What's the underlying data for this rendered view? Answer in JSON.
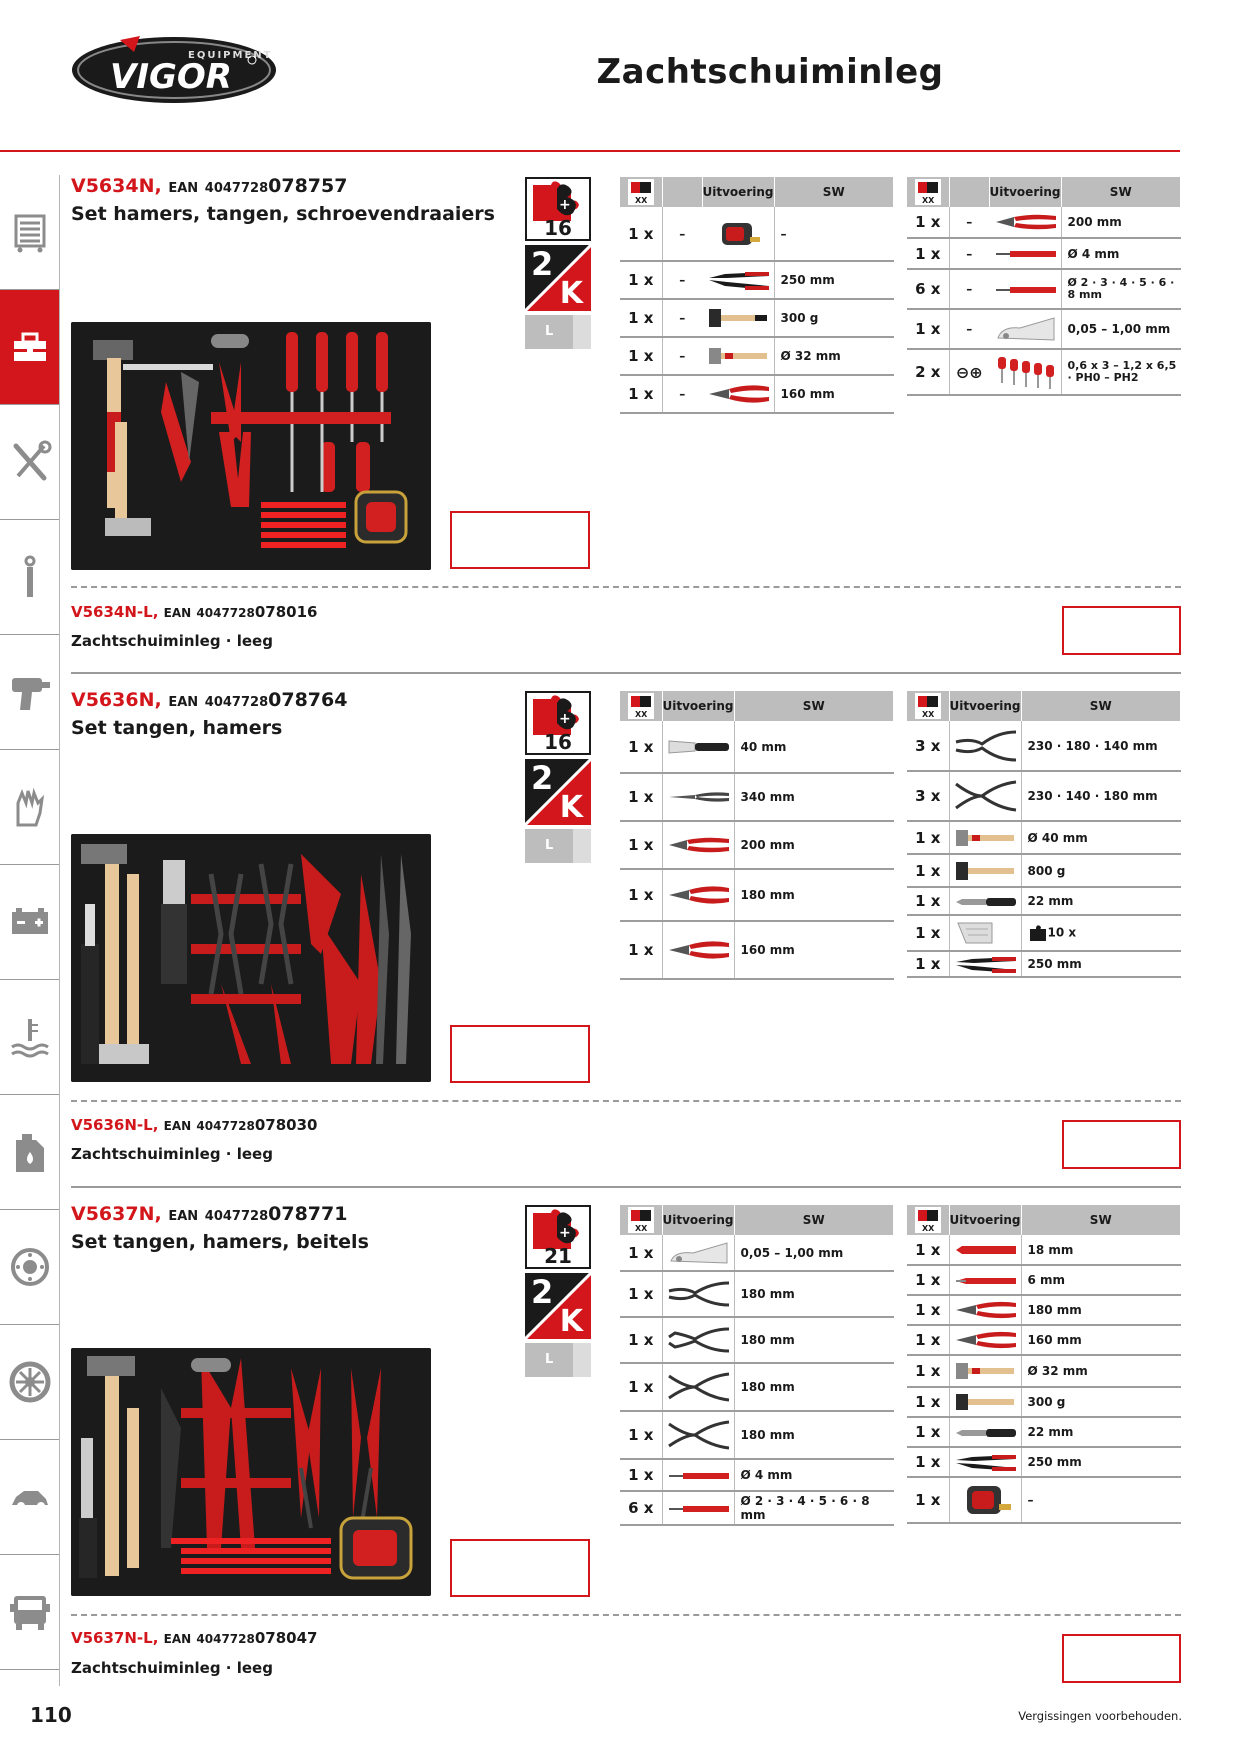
{
  "header": {
    "brand_word": "VIGOR",
    "brand_sub": "EQUIPMENT",
    "title": "Zachtschuiminleg"
  },
  "sidebar": {
    "items": [
      {
        "icon": "tool-trolley-icon",
        "active": false
      },
      {
        "icon": "toolbox-icon",
        "active": true
      },
      {
        "icon": "wrench-screwdriver-icon",
        "active": false
      },
      {
        "icon": "torque-wrench-icon",
        "active": false
      },
      {
        "icon": "impact-wrench-icon",
        "active": false
      },
      {
        "icon": "gloves-icon",
        "active": false
      },
      {
        "icon": "battery-icon",
        "active": false
      },
      {
        "icon": "coolant-temperature-icon",
        "active": false
      },
      {
        "icon": "oil-canister-icon",
        "active": false
      },
      {
        "icon": "brake-disc-icon",
        "active": false
      },
      {
        "icon": "wheel-icon",
        "active": false
      },
      {
        "icon": "car-body-icon",
        "active": false
      },
      {
        "icon": "truck-icon",
        "active": false
      }
    ]
  },
  "table_headers": {
    "uitvoering": "Uitvoering",
    "sw": "SW"
  },
  "products": [
    {
      "sku": "V5634N",
      "ean_label": "EAN",
      "ean_prefix": "4047728",
      "ean_suffix": "078757",
      "title": "Set hamers, tangen, schroevendraaiers",
      "piece_count": "16",
      "badge_2k_top": "2",
      "badge_2k_bottom": "K",
      "badge_l": "L",
      "table_left": [
        {
          "qty": "1 x",
          "uitv": "–",
          "tool": "tape-measure",
          "sw": "–"
        },
        {
          "qty": "1 x",
          "uitv": "–",
          "tool": "water-pump-pliers",
          "sw": "250 mm"
        },
        {
          "qty": "1 x",
          "uitv": "–",
          "tool": "hammer",
          "sw": "300 g"
        },
        {
          "qty": "1 x",
          "uitv": "–",
          "tool": "soft-face-hammer",
          "sw": "Ø 32 mm"
        },
        {
          "qty": "1 x",
          "uitv": "–",
          "tool": "combination-pliers",
          "sw": "160 mm"
        }
      ],
      "table_right": [
        {
          "qty": "1 x",
          "uitv": "–",
          "tool": "side-cutter",
          "sw": "200 mm"
        },
        {
          "qty": "1 x",
          "uitv": "–",
          "tool": "punch",
          "sw": "Ø 4 mm"
        },
        {
          "qty": "6 x",
          "uitv": "–",
          "tool": "punch",
          "sw": "Ø 2 · 3 · 4 · 5 · 6 · 8 mm"
        },
        {
          "qty": "1 x",
          "uitv": "–",
          "tool": "feeler-gauge",
          "sw": "0,05 – 1,00 mm"
        },
        {
          "qty": "2 x",
          "uitv": "⊖⊕",
          "tool": "screwdriver-set",
          "sw": "0,6 x 3 – 1,2 x 6,5 · PH0 – PH2"
        }
      ],
      "sub": {
        "sku": "V5634N-L",
        "ean_label": "EAN",
        "ean_prefix": "4047728",
        "ean_suffix": "078016",
        "desc": "Zachtschuiminleg · leeg"
      }
    },
    {
      "sku": "V5636N",
      "ean_label": "EAN",
      "ean_prefix": "4047728",
      "ean_suffix": "078764",
      "title": "Set tangen, hamers",
      "piece_count": "16",
      "badge_2k_top": "2",
      "badge_2k_bottom": "K",
      "badge_l": "L",
      "table_left": [
        {
          "qty": "1 x",
          "tool": "scraper",
          "sw": "40 mm"
        },
        {
          "qty": "1 x",
          "tool": "long-nose-pliers",
          "sw": "340 mm"
        },
        {
          "qty": "1 x",
          "tool": "side-cutter",
          "sw": "200 mm"
        },
        {
          "qty": "1 x",
          "tool": "combination-pliers",
          "sw": "180 mm"
        },
        {
          "qty": "1 x",
          "tool": "combination-pliers",
          "sw": "160 mm"
        }
      ],
      "table_right": [
        {
          "qty": "3 x",
          "tool": "circlip-pliers",
          "sw": "230 · 180 · 140 mm"
        },
        {
          "qty": "3 x",
          "tool": "circlip-pliers-open",
          "sw": "230 · 140 · 180 mm"
        },
        {
          "qty": "1 x",
          "tool": "soft-face-hammer",
          "sw": "Ø 40 mm"
        },
        {
          "qty": "1 x",
          "tool": "hammer",
          "sw": "800 g"
        },
        {
          "qty": "1 x",
          "tool": "chisel",
          "sw": "22 mm"
        },
        {
          "qty": "1 x",
          "tool": "blade-set",
          "sw": "10 x"
        },
        {
          "qty": "1 x",
          "tool": "water-pump-pliers",
          "sw": "250 mm"
        }
      ],
      "sub": {
        "sku": "V5636N-L",
        "ean_label": "EAN",
        "ean_prefix": "4047728",
        "ean_suffix": "078030",
        "desc": "Zachtschuiminleg · leeg"
      }
    },
    {
      "sku": "V5637N",
      "ean_label": "EAN",
      "ean_prefix": "4047728",
      "ean_suffix": "078771",
      "title": "Set tangen, hamers, beitels",
      "piece_count": "21",
      "badge_2k_top": "2",
      "badge_2k_bottom": "K",
      "badge_l": "L",
      "table_left": [
        {
          "qty": "1 x",
          "tool": "feeler-gauge",
          "sw": "0,05 – 1,00 mm"
        },
        {
          "qty": "1 x",
          "tool": "circlip-pliers",
          "sw": "180 mm"
        },
        {
          "qty": "1 x",
          "tool": "circlip-pliers-bent",
          "sw": "180 mm"
        },
        {
          "qty": "1 x",
          "tool": "circlip-pliers-open",
          "sw": "180 mm"
        },
        {
          "qty": "1 x",
          "tool": "circlip-pliers-open",
          "sw": "180 mm"
        },
        {
          "qty": "1 x",
          "tool": "punch",
          "sw": "Ø 4 mm"
        },
        {
          "qty": "6 x",
          "tool": "punch",
          "sw": "Ø 2 · 3 · 4 · 5 · 6 · 8 mm"
        }
      ],
      "table_right": [
        {
          "qty": "1 x",
          "tool": "flat-chisel",
          "sw": "18 mm"
        },
        {
          "qty": "1 x",
          "tool": "cross-chisel",
          "sw": "6 mm"
        },
        {
          "qty": "1 x",
          "tool": "combination-pliers",
          "sw": "180 mm"
        },
        {
          "qty": "1 x",
          "tool": "combination-pliers",
          "sw": "160 mm"
        },
        {
          "qty": "1 x",
          "tool": "soft-face-hammer",
          "sw": "Ø 32 mm"
        },
        {
          "qty": "1 x",
          "tool": "hammer",
          "sw": "300 g"
        },
        {
          "qty": "1 x",
          "tool": "chisel",
          "sw": "22 mm"
        },
        {
          "qty": "1 x",
          "tool": "water-pump-pliers",
          "sw": "250 mm"
        },
        {
          "qty": "1 x",
          "tool": "tape-measure",
          "sw": "–"
        }
      ],
      "sub": {
        "sku": "V5637N-L",
        "ean_label": "EAN",
        "ean_prefix": "4047728",
        "ean_suffix": "078047",
        "desc": "Zachtschuiminleg · leeg"
      }
    }
  ],
  "footer": {
    "page_number": "110",
    "disclaimer": "Vergissingen voorbehouden."
  },
  "colors": {
    "accent": "#d3161b",
    "header_gray": "#bdbdbd",
    "rule_gray": "#9a9a9a"
  }
}
